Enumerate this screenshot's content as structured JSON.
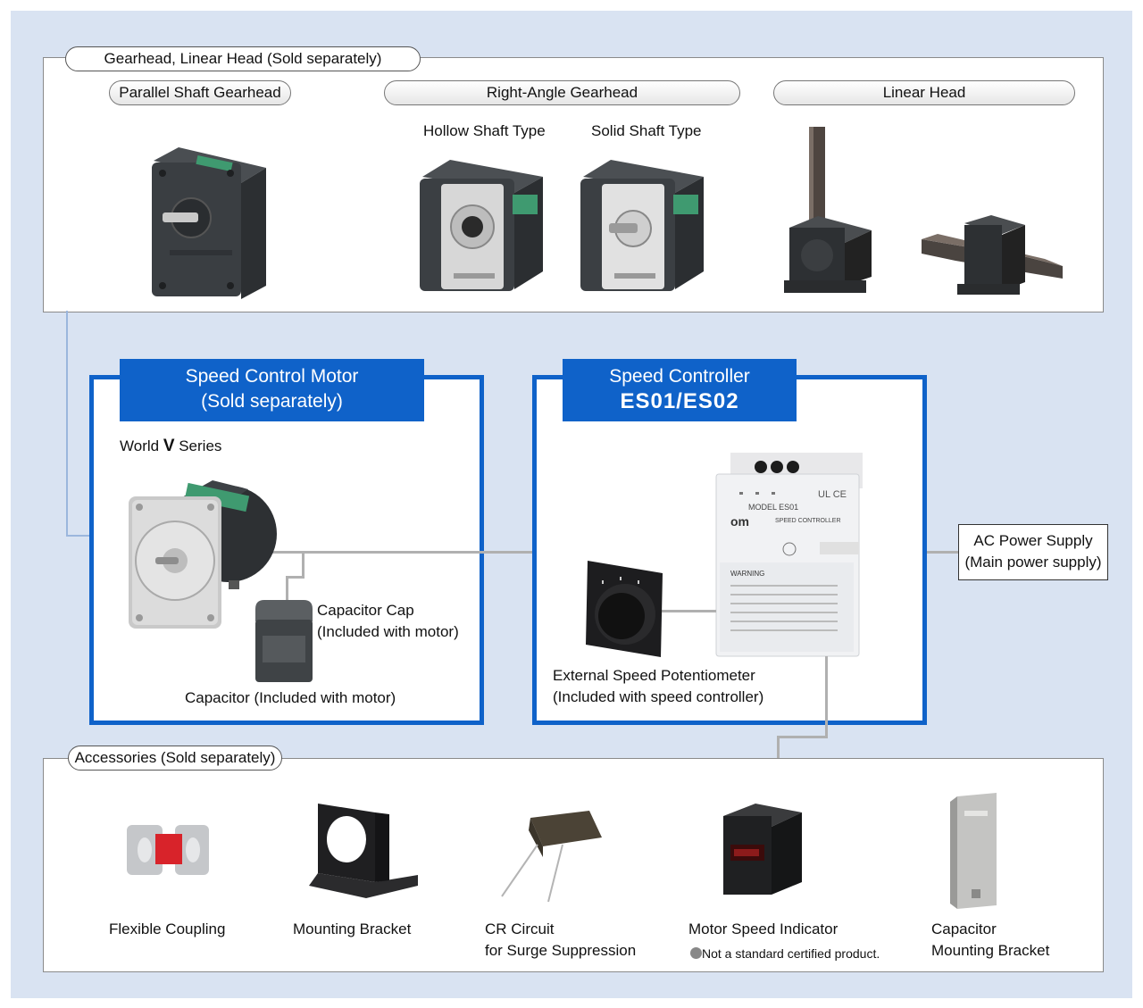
{
  "gearhead_section": {
    "title": "Gearhead, Linear Head (Sold separately)",
    "parallel_label": "Parallel Shaft Gearhead",
    "right_angle_label": "Right-Angle Gearhead",
    "hollow_label": "Hollow Shaft Type",
    "solid_label": "Solid Shaft Type",
    "linear_label": "Linear Head"
  },
  "motor_section": {
    "title_line1": "Speed Control Motor",
    "title_line2": "(Sold separately)",
    "series_prefix": "World ",
    "series_mark": "V",
    "series_suffix": " Series",
    "cap_cap_line1": "Capacitor Cap",
    "cap_cap_line2": "(Included with motor)",
    "capacitor_label": "Capacitor (Included with motor)"
  },
  "controller_section": {
    "title_line1": "Speed Controller",
    "model": "ES01/ES02",
    "pot_line1": "External Speed Potentiometer",
    "pot_line2": "(Included with speed controller)",
    "brand_mark": "om",
    "model_plate": "MODEL ES01",
    "plate_title": "SPEED CONTROLLER",
    "warning_text": "WARNING"
  },
  "ac_supply": {
    "line1": "AC Power Supply",
    "line2": "(Main power supply)"
  },
  "accessories_section": {
    "title": "Accessories (Sold separately)",
    "items": [
      {
        "line1": "Flexible Coupling",
        "line2": ""
      },
      {
        "line1": "Mounting Bracket",
        "line2": ""
      },
      {
        "line1": "CR Circuit",
        "line2": "for Surge Suppression"
      },
      {
        "line1": "Motor Speed Indicator",
        "line2": ""
      },
      {
        "line1": "Capacitor",
        "line2": "Mounting Bracket"
      }
    ],
    "note": "Not a standard certified product."
  }
}
